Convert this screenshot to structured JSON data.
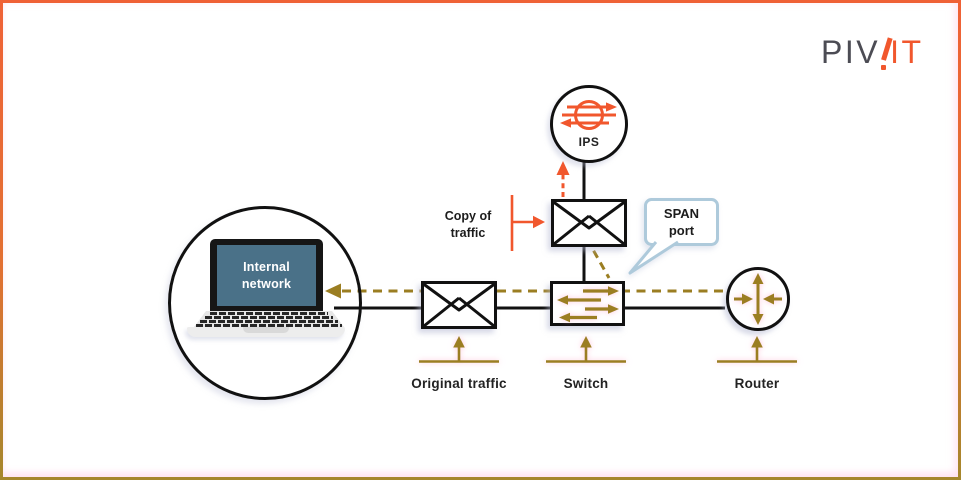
{
  "logo": {
    "gray": "PIV",
    "orange": "IT"
  },
  "nodes": {
    "internal_network": "Internal network",
    "ips": "IPS",
    "span_port": "SPAN port",
    "copy_of_traffic": "Copy of traffic",
    "original_traffic": "Original traffic",
    "switch": "Switch",
    "router": "Router"
  },
  "colors": {
    "brand_orange": "#F1572D",
    "frame_top_orange": "#EF6136",
    "frame_bottom_olive": "#A5872C",
    "traffic_olive": "#9B7E22",
    "bubble_blue": "#AECADB",
    "screen_blue": "#4A7188",
    "line_black": "#111111",
    "logo_gray": "#4C4C54"
  }
}
